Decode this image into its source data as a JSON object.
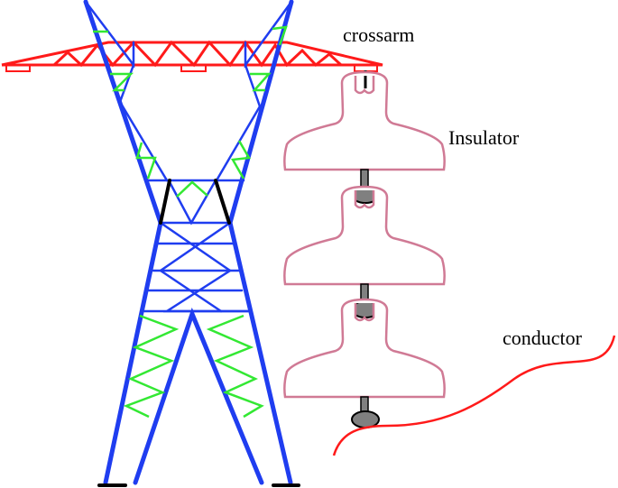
{
  "labels": {
    "crossarm": "crossarm",
    "insulator": "Insulator",
    "conductor": "conductor"
  },
  "colors": {
    "tower": "#1f3df0",
    "bracing": "#33e833",
    "crossarm": "#ff1a1a",
    "insulator": "#d07a95",
    "conductor": "#ff1a1a",
    "fitting": "#808080"
  },
  "insulator_disc_count": 3
}
